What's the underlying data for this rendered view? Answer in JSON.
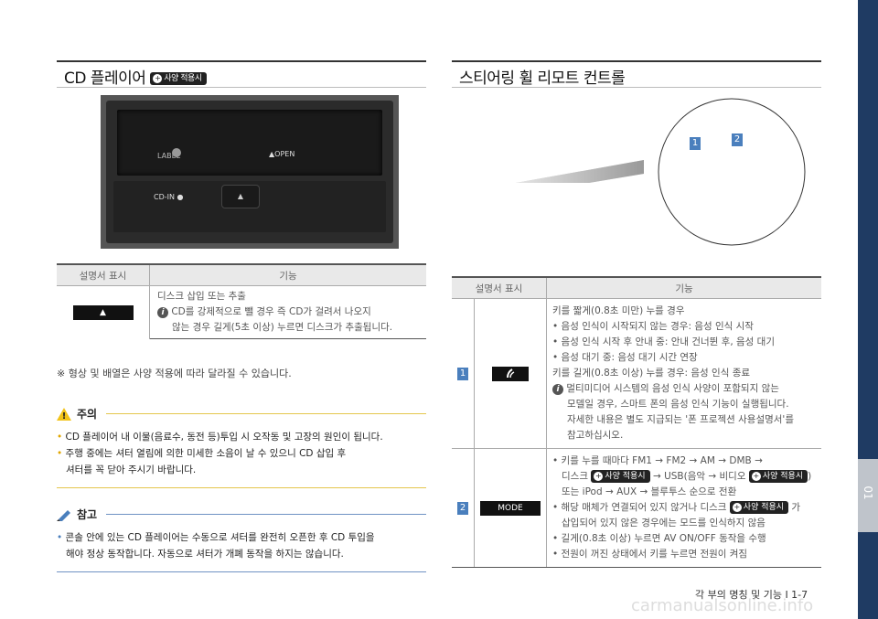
{
  "left": {
    "title": "CD 플레이어",
    "option_badge": "사양 적용시",
    "device": {
      "label_text": "LABEL",
      "open_text": "▲OPEN",
      "cdin_text": "CD-IN ●",
      "eject_glyph": "▲"
    },
    "table": {
      "headers": [
        "설명서 표시",
        "기능"
      ],
      "row1": {
        "symbol": "▲",
        "line1": "디스크 삽입 또는 추출",
        "note_line1": "CD를 강제적으로 뺄 경우 즉 CD가 걸려서 나오지",
        "note_line2": "않는 경우 길게(5초 이상) 누르면 디스크가 추출됩니다."
      }
    },
    "remark": "※ 형상 및 배열은 사양 적용에 따라 달라질 수 있습니다.",
    "caution": {
      "title": "주의",
      "b1": "CD 플레이어 내 이물(음료수, 동전 등)투입 시 오작동 및 고장의 원인이 됩니다.",
      "b2_l1": "주행 중에는 셔터 열림에 의한 미세한 소음이 날 수 있으니 CD 삽입 후",
      "b2_l2": "셔터를 꼭 닫아 주시기 바랍니다."
    },
    "note": {
      "title": "참고",
      "l1": "콘솔 안에 있는 CD 플레이어는 수동으로 셔터를 완전히 오픈한 후 CD 투입을",
      "l2": "해야 정상 동작합니다. 자동으로 셔터가 개폐 동작을 하지는 않습니다."
    }
  },
  "right": {
    "title": "스티어링 휠 리모트 컨트롤",
    "callouts": [
      "1",
      "2"
    ],
    "table": {
      "headers": [
        "설명서 표시",
        "기능"
      ],
      "row1": {
        "num": "1",
        "icon": "voice-icon",
        "lines": [
          "키를 짧게(0.8초 미만) 누를 경우",
          "• 음성 인식이 시작되지 않는 경우: 음성 인식 시작",
          "• 음성 인식 시작 후 안내 중: 안내 건너뛴 후, 음성 대기",
          "• 음성 대기 중: 음성 대기 시간 연장",
          "키를 길게(0.8초 이상) 누를 경우: 음성 인식 종료"
        ],
        "note_l1": "멀티미디어 시스템의 음성 인식 사양이 포함되지 않는",
        "note_l2": "모델일 경우, 스마트 폰의 음성 인식 기능이 실행됩니다.",
        "note_l3": "자세한 내용은 별도 지급되는 '폰 프로젝션 사용설명서'를",
        "note_l4": "참고하십시오."
      },
      "row2": {
        "num": "2",
        "button": "MODE",
        "b1_l1": "• 키를 누를 때마다 FM1 → FM2 → AM → DMB →",
        "b1_l2a": "디스크",
        "b1_l2b": "→ USB(음악 → 비디오",
        "b1_l2c": ")",
        "b1_l3": "또는 iPod → AUX → 블루투스 순으로 전환",
        "b2_l1a": "• 해당 매체가 연결되어 있지 않거나 디스크",
        "b2_l1b": "가",
        "b2_l2": "삽입되어 있지 않은 경우에는 모드를 인식하지 않음",
        "b3": "• 길게(0.8초 이상) 누르면 AV ON/OFF 동작을 수행",
        "b4": "• 전원이 꺼진 상태에서 키를 누르면 전원이 켜짐"
      }
    }
  },
  "footer": {
    "page": "각 부의 명칭 및 기능 I 1-7"
  },
  "side_tab": {
    "label": "01"
  },
  "watermark": "carmanualsonline.info"
}
